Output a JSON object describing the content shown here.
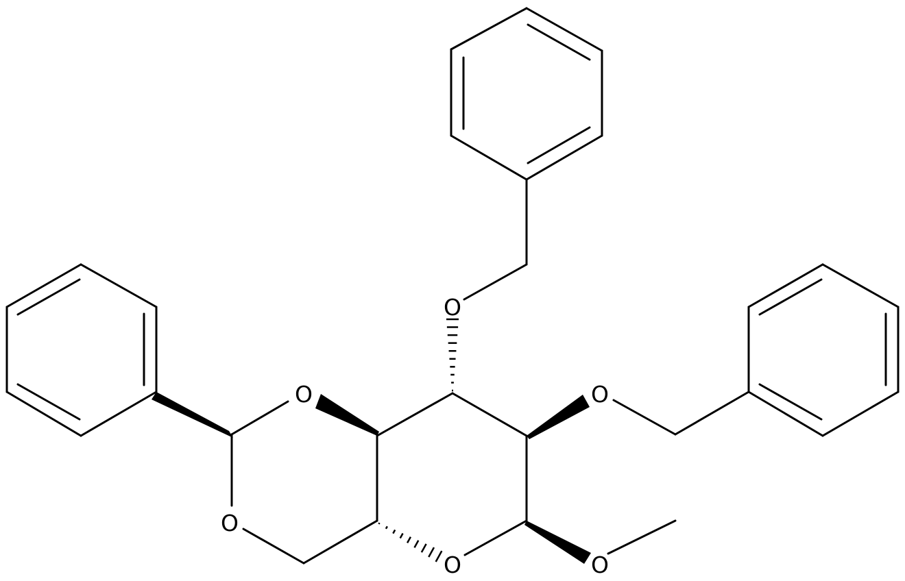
{
  "diagram": {
    "atom_labels": [
      "O",
      "O",
      "O",
      "O",
      "O",
      "O"
    ],
    "colors": {
      "ink": "#000000",
      "background": "#ffffff"
    }
  }
}
